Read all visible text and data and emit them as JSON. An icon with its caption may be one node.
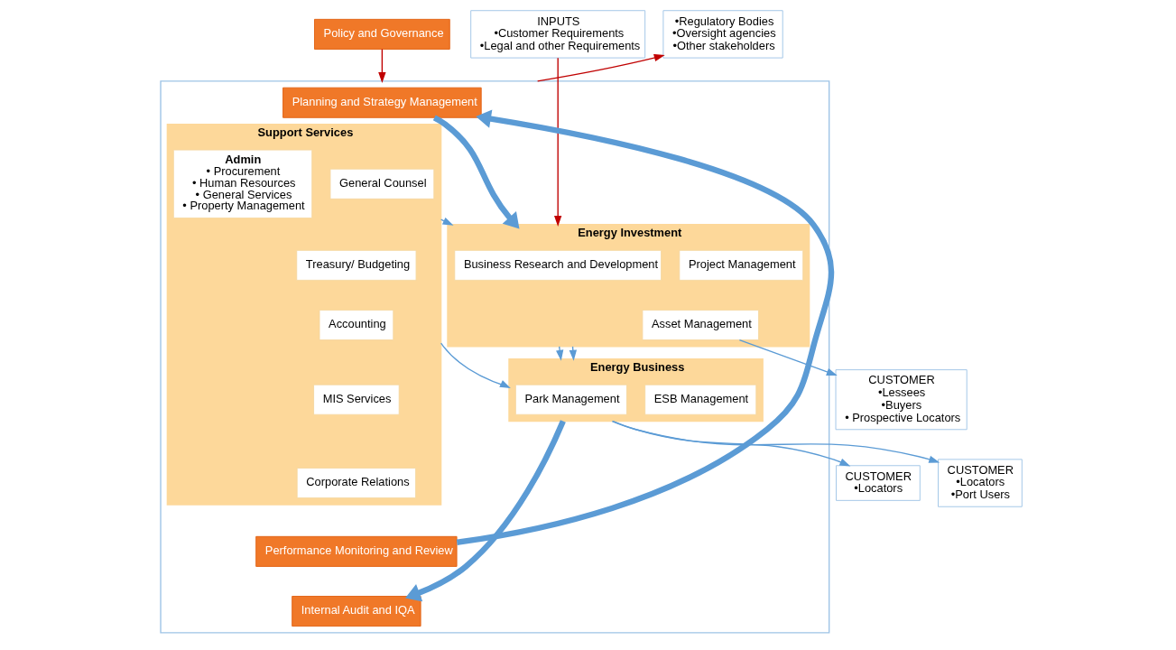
{
  "diagram": {
    "nodes": [
      {
        "text": [
          "Policy and Governance"
        ]
      },
      {
        "text": [
          "INPUTS",
          "•Customer Requirements",
          "•Legal and other Requirements"
        ]
      },
      {
        "text": [
          "•Regulatory Bodies",
          "•Oversight agencies",
          "•Other stakeholders"
        ]
      },
      {
        "text": [],
        "shape": "box"
      },
      {
        "text": [
          "Planning and Strategy Management"
        ],
        "in": 3
      },
      {
        "text": [
          "Support Services"
        ],
        "in": 3
      },
      {
        "text": [
          "General Counsel"
        ],
        "in": 5
      },
      {
        "text": [
          "Treasury/ Budgeting"
        ],
        "in": 5
      },
      {
        "text": [
          "Accounting"
        ],
        "in": 5
      },
      {
        "text": [
          "MIS Services"
        ],
        "in": 5
      },
      {
        "text": [
          "Corporate Relations"
        ],
        "in": 5
      },
      {
        "text": [
          "Admin",
          "• Procurement",
          "• Human Resources",
          "• General Services",
          "• Property Management"
        ],
        "in": 5
      },
      {
        "text": [
          "Energy Investment"
        ],
        "in": 3
      },
      {
        "text": [
          "Business Research and Development"
        ],
        "in": 12
      },
      {
        "text": [
          "Project Management"
        ],
        "in": 12
      },
      {
        "text": [
          "Asset Management"
        ],
        "in": 12
      },
      {
        "text": [
          "Energy Business"
        ],
        "in": 3
      },
      {
        "text": [
          "Park Management"
        ],
        "in": 16
      },
      {
        "text": [
          "ESB Management"
        ],
        "in": 16
      },
      {
        "text": [
          "Performance Monitoring and Review"
        ],
        "in": 3
      },
      {
        "text": [
          "Internal Audit and IQA"
        ],
        "in": 3
      },
      {
        "text": [
          "CUSTOMER",
          "•Lessees",
          "•Buyers",
          "• Prospective Locators"
        ]
      },
      {
        "text": [
          "CUSTOMER",
          "•Locators"
        ]
      },
      {
        "text": [
          "CUSTOMER",
          "•Locators",
          "•Port Users"
        ]
      }
    ],
    "edges": [
      {
        "from": 0,
        "to": 3,
        "arrow": "to",
        "color": "#c00000"
      },
      {
        "from": 1,
        "to": 12,
        "arrow": "to",
        "color": "#c00000"
      },
      {
        "from": 3,
        "to": 2,
        "arrow": "to",
        "color": "#c00000"
      },
      {
        "from": 4,
        "to": 12,
        "arrow": "to",
        "style": "thick"
      },
      {
        "from": 5,
        "to": 12,
        "arrow": "to"
      },
      {
        "from": 5,
        "to": 16,
        "arrow": "to"
      },
      {
        "from": 15,
        "to": 21,
        "arrow": "to"
      },
      {
        "from": 12,
        "to": 16,
        "arrow": "to"
      },
      {
        "from": 12,
        "to": 16,
        "arrow": "to"
      },
      {
        "from": 16,
        "to": 22,
        "arrow": "to"
      },
      {
        "from": 16,
        "to": 23,
        "arrow": "to"
      },
      {
        "from": 16,
        "to": 20,
        "arrow": "to",
        "style": "thick"
      },
      {
        "from": 19,
        "to": 4,
        "arrow": "to",
        "style": "thick"
      }
    ]
  }
}
